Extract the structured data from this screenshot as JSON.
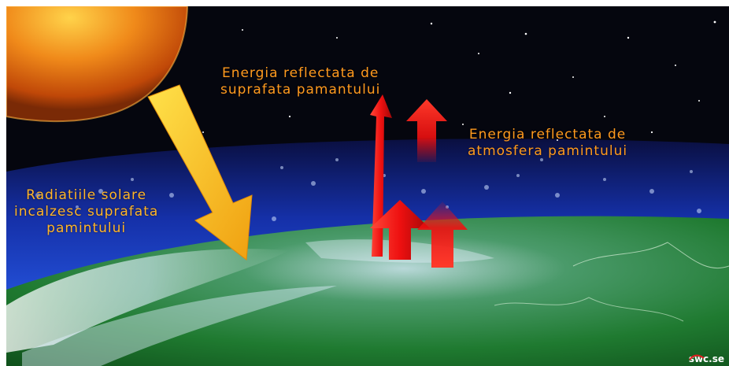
{
  "labels": {
    "surface_reflect": [
      "Energia reflectata de",
      "suprafata pamantului"
    ],
    "atmosphere_reflect": [
      "Energia reflectata de",
      "atmosfera pamintului"
    ],
    "solar_radiation": [
      "Radiatiile solare",
      "incalzesc suprafata",
      "pamintului"
    ]
  },
  "logo": {
    "text": "swc.se"
  },
  "colors": {
    "label_text": "#ff9a1e",
    "solar_arrow": "#ffc41a",
    "reflect_arrow": "#ff1a1a",
    "sun": "#e06010",
    "space": "#05060e",
    "atmosphere": "#1a3cc8",
    "earth": "#1e7a2a"
  }
}
